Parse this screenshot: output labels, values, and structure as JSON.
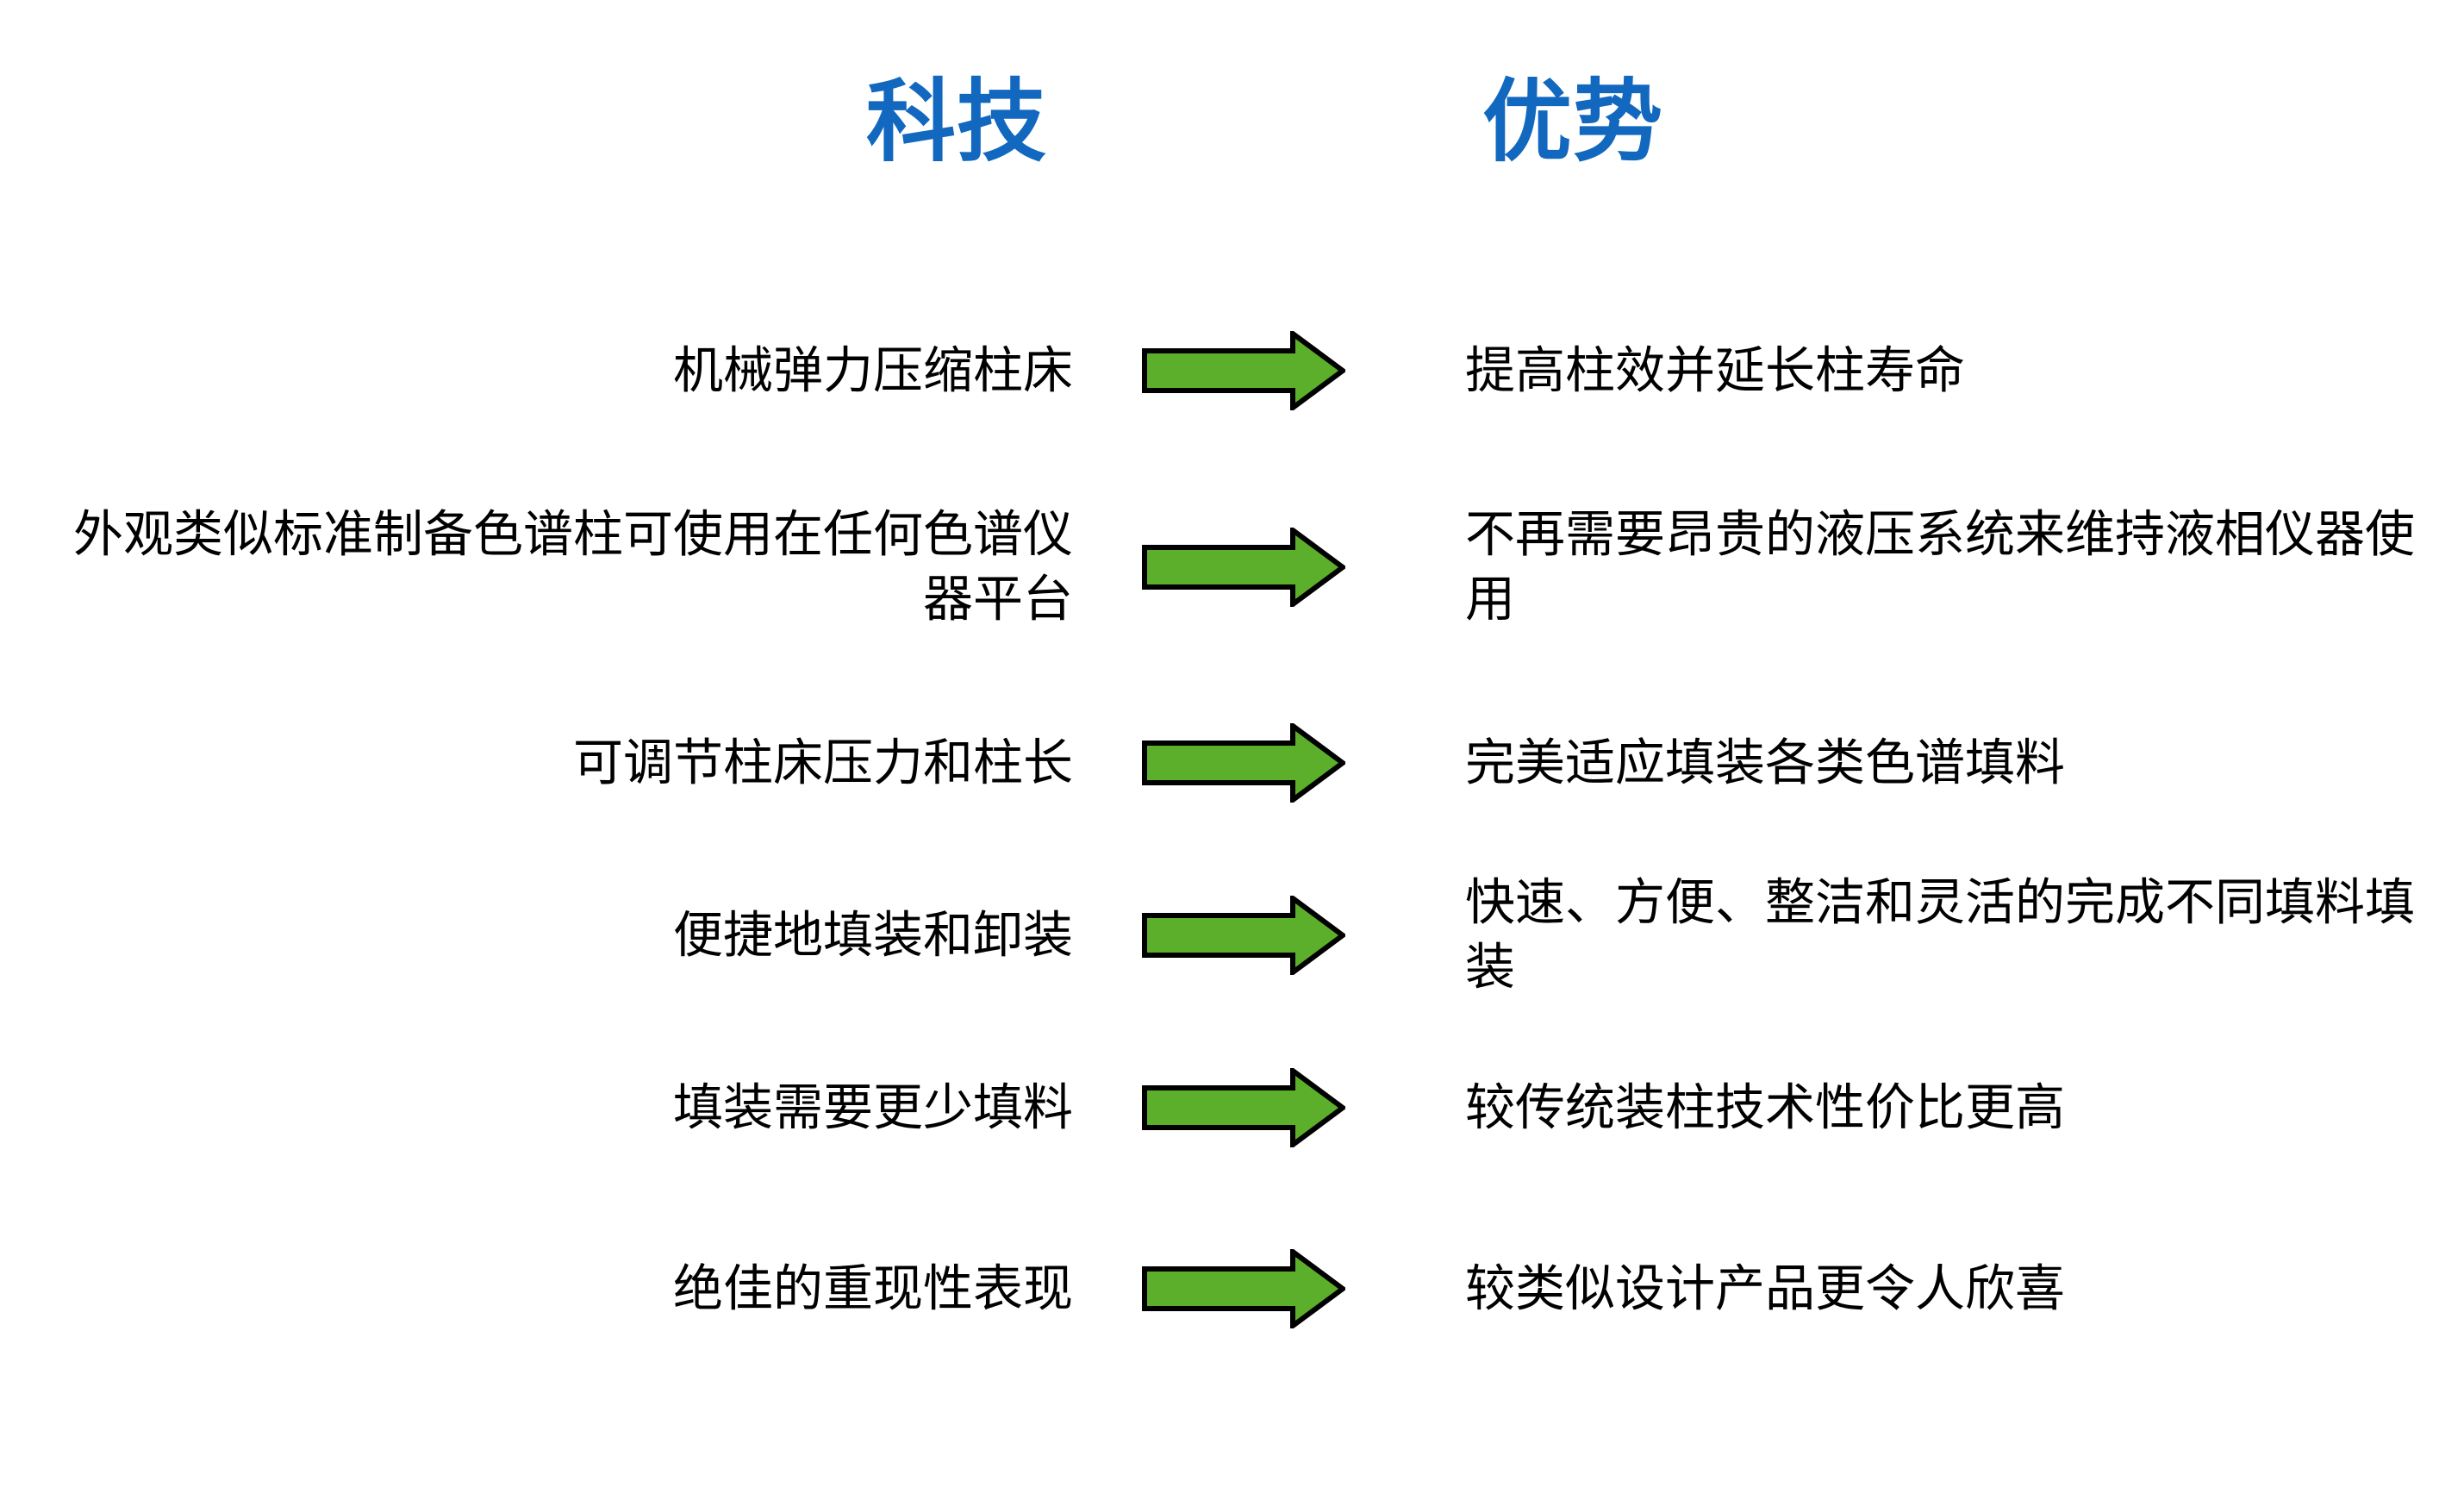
{
  "slide": {
    "background_color": "#ffffff",
    "columns": {
      "left_header": "科技",
      "right_header": "优势",
      "header_color": "#1268BF"
    },
    "arrow": {
      "icon": "right-arrow-icon",
      "fill_color": "#5CAF2A",
      "stroke_color": "#000000"
    },
    "rows": [
      {
        "technology": "机械弹力压缩柱床",
        "advantage": "提高柱效并延长柱寿命"
      },
      {
        "technology": "外观类似标准制备色谱柱可使用在任何色谱仪器平台",
        "advantage": "不再需要昂贵的液压系统来维持液相仪器使用"
      },
      {
        "technology": "可调节柱床压力和柱长",
        "advantage": "完美适应填装各类色谱填料"
      },
      {
        "technology": "便捷地填装和卸装",
        "advantage": "快速、方便、整洁和灵活的完成不同填料填装"
      },
      {
        "technology": "填装需要更少填料",
        "advantage": "较传统装柱技术性价比更高"
      },
      {
        "technology": "绝佳的重现性表现",
        "advantage": "较类似设计产品更令人欣喜"
      }
    ]
  }
}
